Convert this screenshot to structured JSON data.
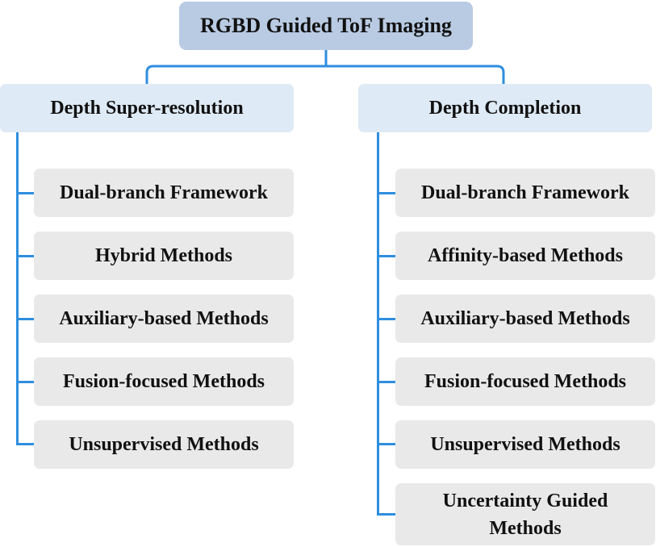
{
  "title": "RGBD Guided ToF Imaging",
  "branches": [
    {
      "label": "Depth Super-resolution",
      "items": [
        "Dual-branch Framework",
        "Hybrid Methods",
        "Auxiliary-based Methods",
        "Fusion-focused Methods",
        "Unsupervised Methods"
      ]
    },
    {
      "label": "Depth Completion",
      "items": [
        "Dual-branch Framework",
        "Affinity-based Methods",
        "Auxiliary-based Methods",
        "Fusion-focused Methods",
        "Unsupervised Methods",
        "Uncertainty Guided Methods"
      ]
    }
  ],
  "colors": {
    "connector": "#2e8ee0",
    "root_fill": "#b9cbe3",
    "branch_fill": "#deeaf5",
    "leaf_fill": "#e9e9e9"
  }
}
